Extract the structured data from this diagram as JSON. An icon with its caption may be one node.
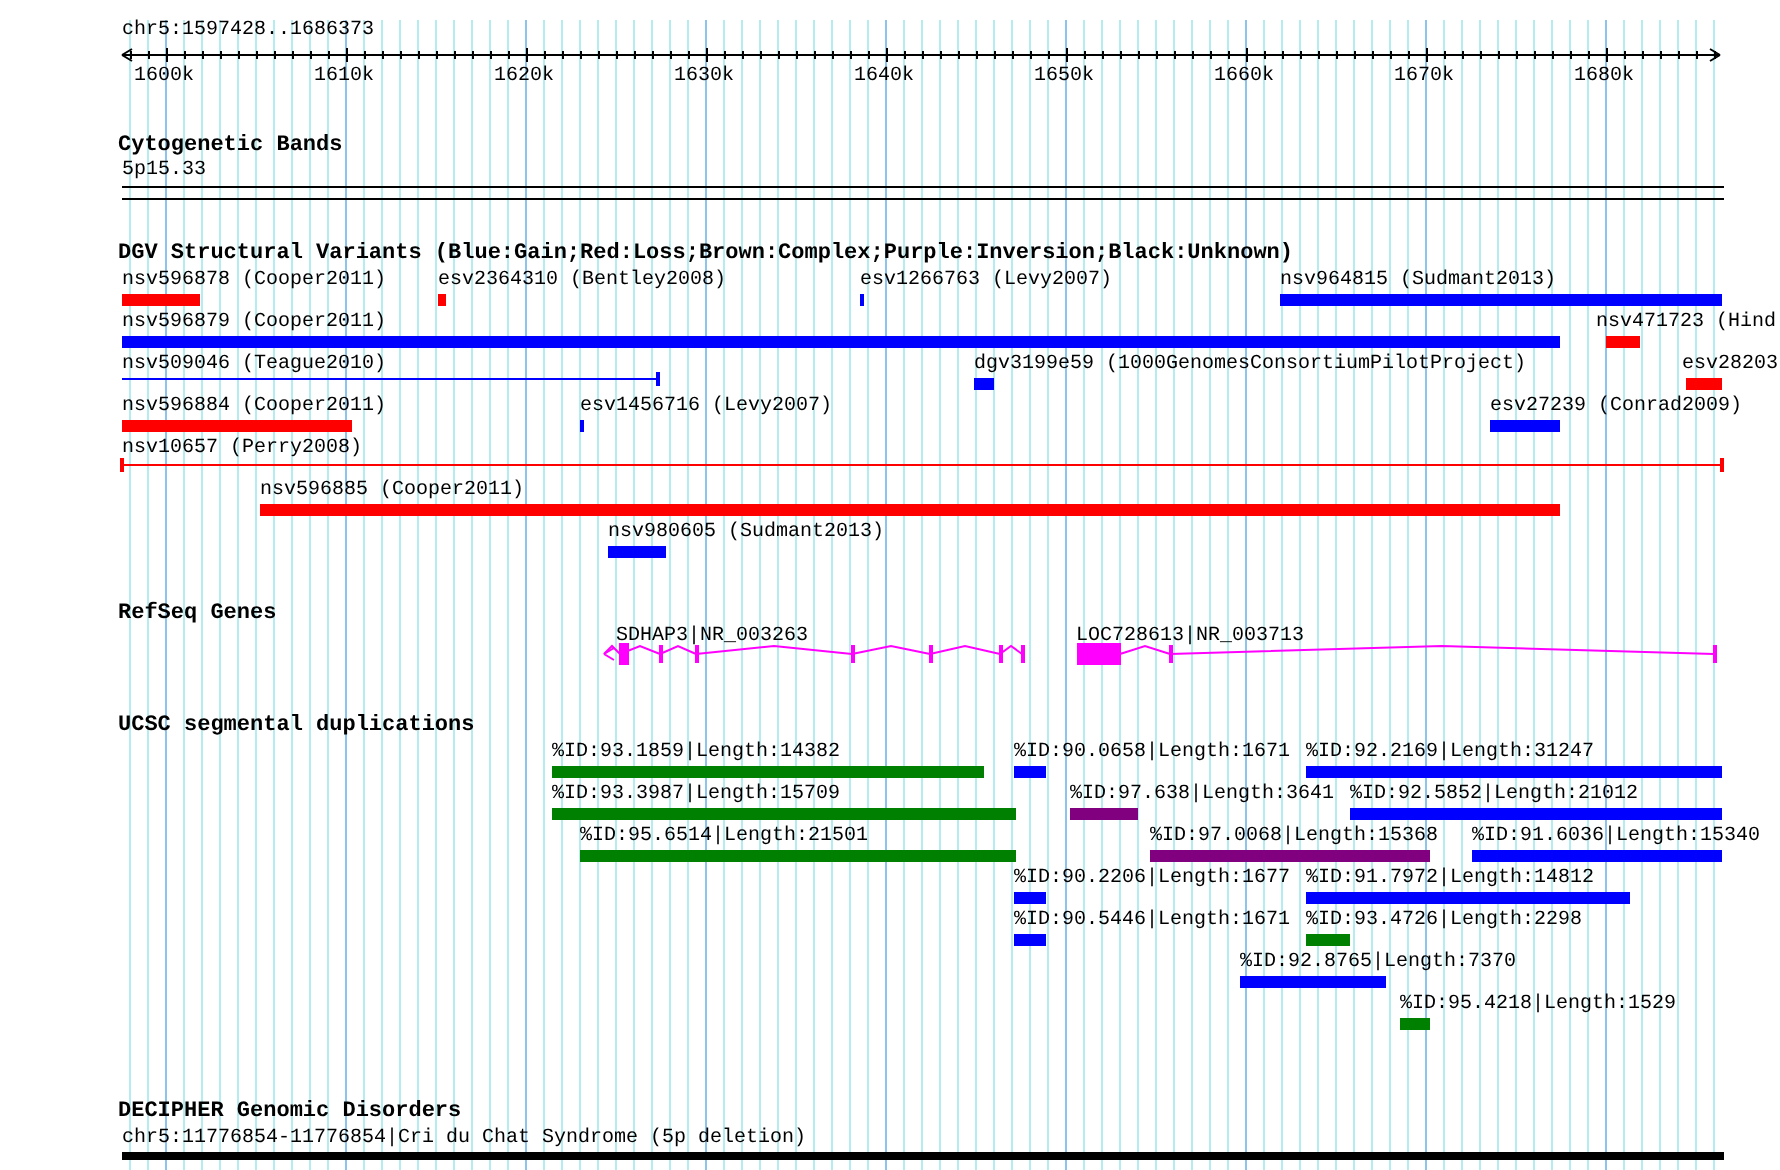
{
  "diagram": {
    "labels": [
      "chr5:1597428..1686373",
      "1600k",
      "1610k",
      "1620k",
      "1630k",
      "1640k",
      "1650k",
      "1660k",
      "1670k",
      "1680k",
      "Cytogenetic Bands",
      "5p15.33",
      "DGV Structural Variants (Blue:Gain;Red:Loss;Brown:Complex;Purple:Inversion;Black:Unknown)",
      "nsv596878 (Cooper2011)",
      "esv2364310 (Bentley2008)",
      "esv1266763 (Levy2007)",
      "nsv964815 (Sudmant2013)",
      "nsv596879 (Cooper2011)",
      "nsv471723 (Hind",
      "nsv509046 (Teague2010)",
      "dgv3199e59 (1000GenomesConsortiumPilotProject)",
      "esv28203",
      "nsv596884 (Cooper2011)",
      "esv1456716 (Levy2007)",
      "esv27239 (Conrad2009)",
      "nsv10657 (Perry2008)",
      "nsv596885 (Cooper2011)",
      "nsv980605 (Sudmant2013)",
      "RefSeq Genes",
      "SDHAP3|NR_003263",
      "LOC728613|NR_003713",
      "UCSC segmental duplications",
      "%ID:93.1859|Length:14382",
      "%ID:90.0658|Length:1671",
      "%ID:92.2169|Length:31247",
      "%ID:93.3987|Length:15709",
      "%ID:97.638|Length:3641",
      "%ID:92.5852|Length:21012",
      "%ID:95.6514|Length:21501",
      "%ID:97.0068|Length:15368",
      "%ID:91.6036|Length:15340",
      "%ID:90.2206|Length:1677",
      "%ID:91.7972|Length:14812",
      "%ID:90.5446|Length:1671",
      "%ID:93.4726|Length:2298",
      "%ID:92.8765|Length:7370",
      "%ID:95.4218|Length:1529",
      "DECIPHER Genomic Disorders",
      "chr5:11776854-11776854|Cri du Chat Syndrome (5p deletion)"
    ]
  }
}
